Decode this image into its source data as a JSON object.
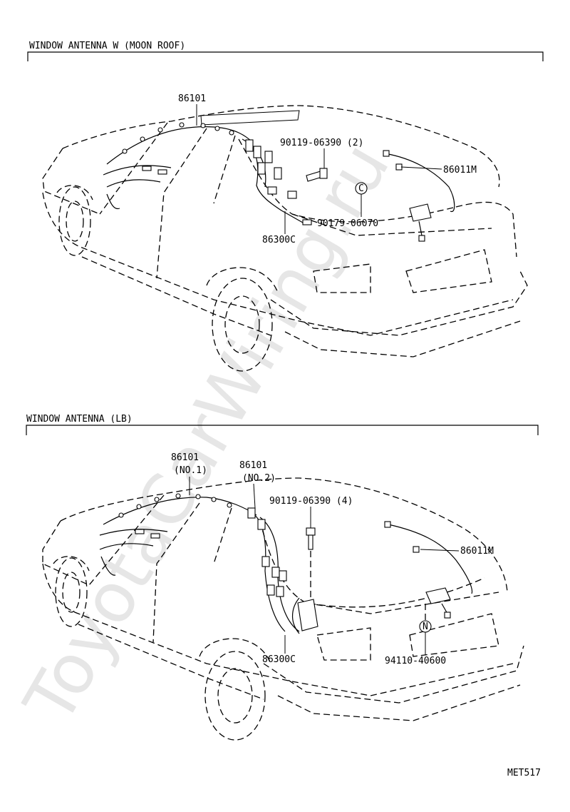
{
  "watermark": "ToyotaCarWiring.ru",
  "sections": [
    {
      "title": "WINDOW ANTENNA W  (MOON ROOF)",
      "labels": {
        "p86101": "86101",
        "p90119": "90119-06390 (2)",
        "p86011M": "86011M",
        "p90179": "90179-06070",
        "p86300C": "86300C",
        "c_symbol": "C"
      }
    },
    {
      "title": "WINDOW ANTENNA  (LB)",
      "labels": {
        "p86101_no1": "86101",
        "no1": "(NO.1)",
        "p86101_no2": "86101",
        "no2": "(NO.2)",
        "p90119": "90119-06390 (4)",
        "p86011M": "86011M",
        "p86300C": "86300C",
        "p94110": "94110-40600",
        "n_symbol": "N"
      }
    }
  ],
  "code": "MET517"
}
